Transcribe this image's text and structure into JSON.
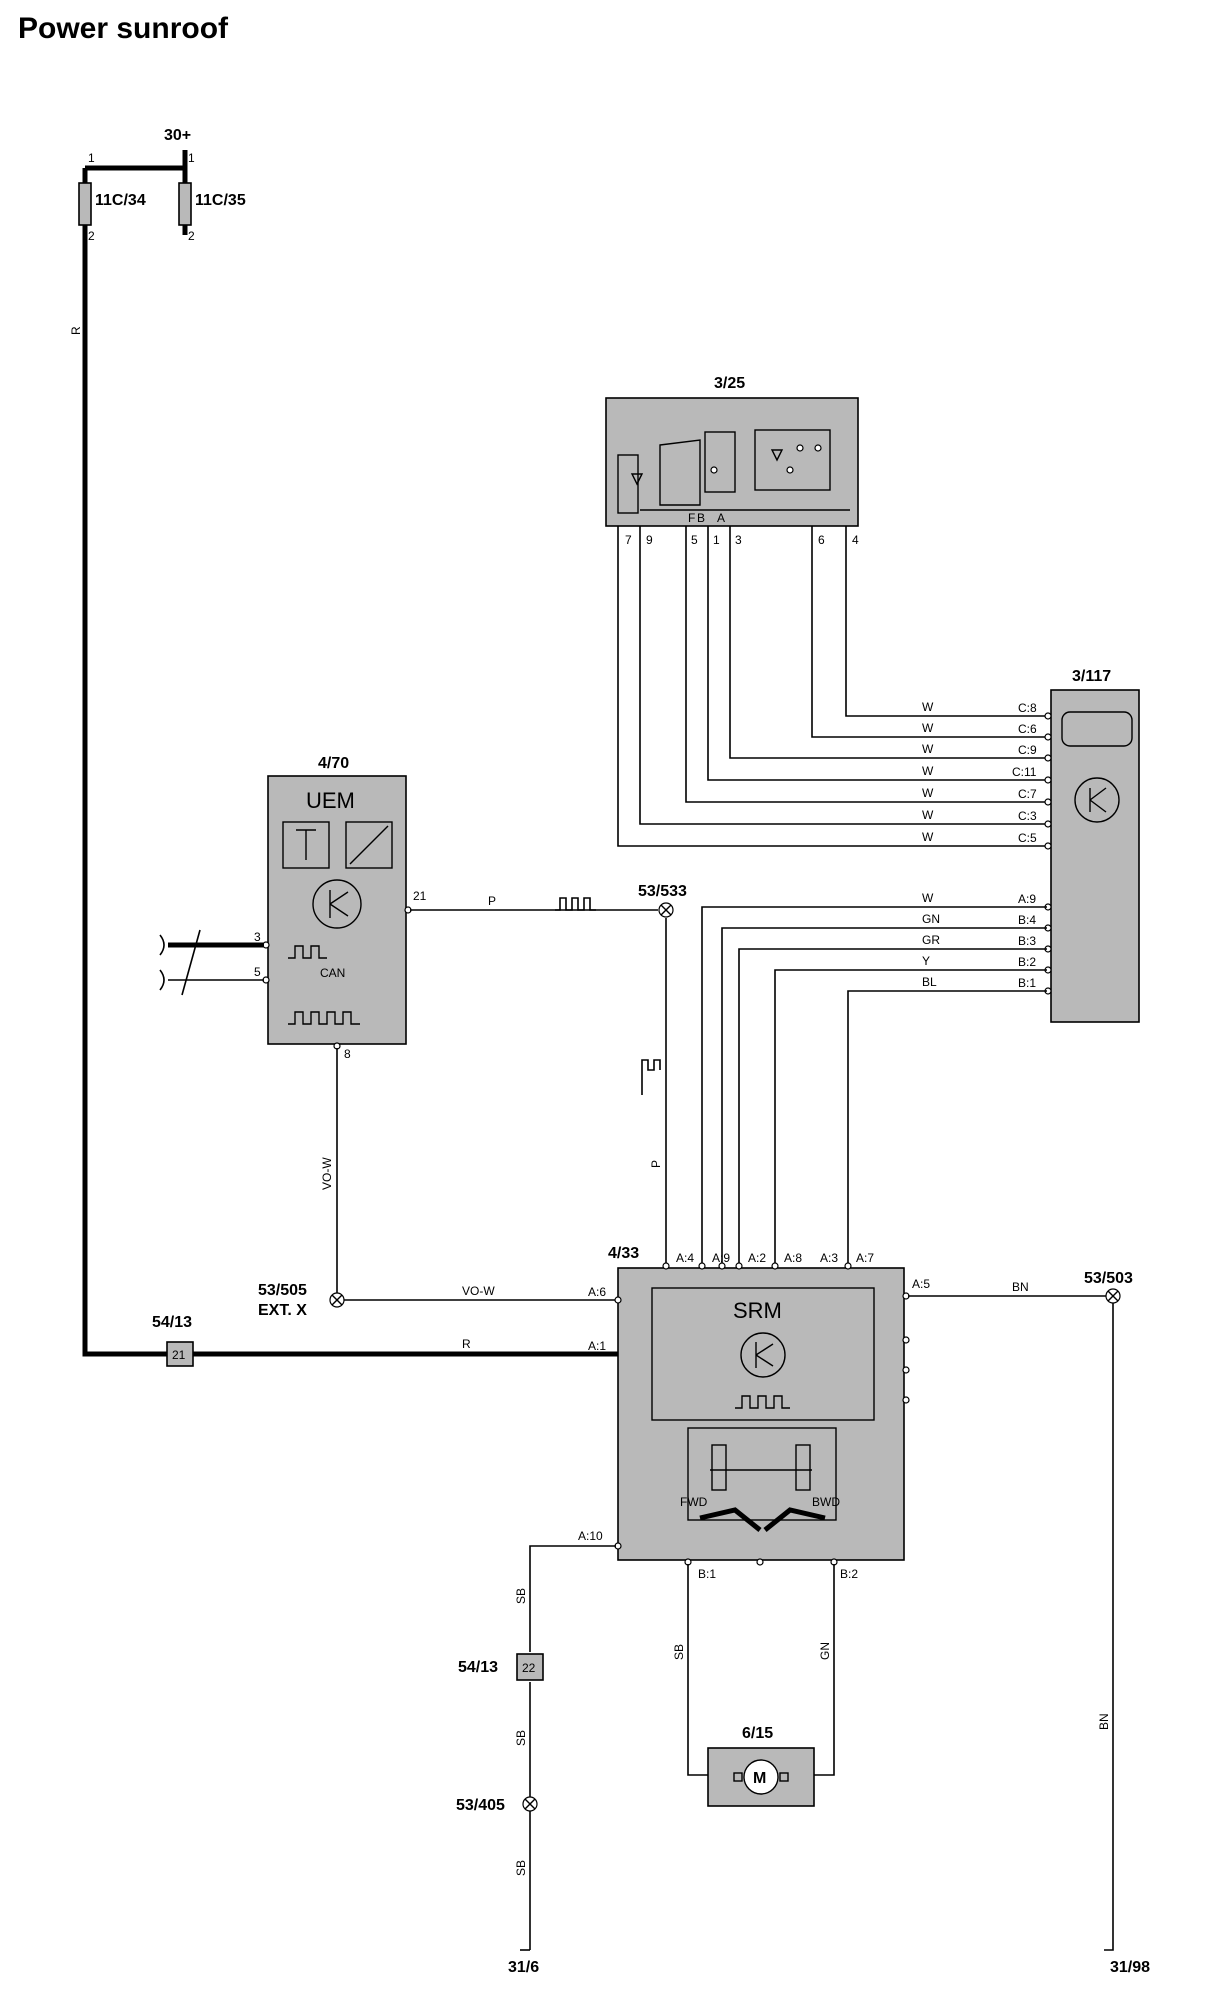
{
  "title": "Power sunroof",
  "supply": {
    "label": "30+",
    "pin1": "1",
    "pin2": "2"
  },
  "fuses": [
    {
      "label": "11C/34"
    },
    {
      "label": "11C/35"
    }
  ],
  "wire_colors": {
    "r": "R",
    "p": "P",
    "vow": "VO-W",
    "w": "W",
    "gn": "GN",
    "gr": "GR",
    "y": "Y",
    "bl": "BL",
    "bn": "BN",
    "sb": "SB"
  },
  "switch_3_25": {
    "ref": "3/25",
    "inner_letters": [
      "F",
      "B",
      "A"
    ],
    "pins": [
      "7",
      "9",
      "5",
      "1",
      "3",
      "6",
      "4"
    ]
  },
  "module_3_117": {
    "ref": "3/117",
    "c_pins": [
      "C:8",
      "C:6",
      "C:9",
      "C:11",
      "C:7",
      "C:3",
      "C:5"
    ],
    "a_pins": [
      "A:9",
      "B:4",
      "B:3",
      "B:2",
      "B:1"
    ]
  },
  "uem": {
    "ref": "4/70",
    "name": "UEM",
    "can_label": "CAN",
    "pins": {
      "p21": "21",
      "p3": "3",
      "p5": "5",
      "p8": "8"
    }
  },
  "srm": {
    "ref": "4/33",
    "name": "SRM",
    "top_pins": [
      "A:4",
      "A:9",
      "A:2",
      "A:8",
      "A:3",
      "A:7"
    ],
    "left_pins": {
      "a6": "A:6",
      "a1": "A:1",
      "a10": "A:10"
    },
    "right_pin": "A:5",
    "bottom_pins": {
      "b1": "B:1",
      "b2": "B:2"
    },
    "fwd": "FWD",
    "bwd": "BWD"
  },
  "motor": {
    "ref": "6/15",
    "symbol": "M"
  },
  "splices": {
    "s533": "53/533",
    "s505": "53/505",
    "s505_sub": "EXT. X",
    "s503": "53/503",
    "s405": "53/405"
  },
  "connectors": [
    {
      "label": "54/13",
      "pin": "21"
    },
    {
      "label": "54/13",
      "pin": "22"
    }
  ],
  "grounds": {
    "g1": "31/6",
    "g2": "31/98"
  }
}
